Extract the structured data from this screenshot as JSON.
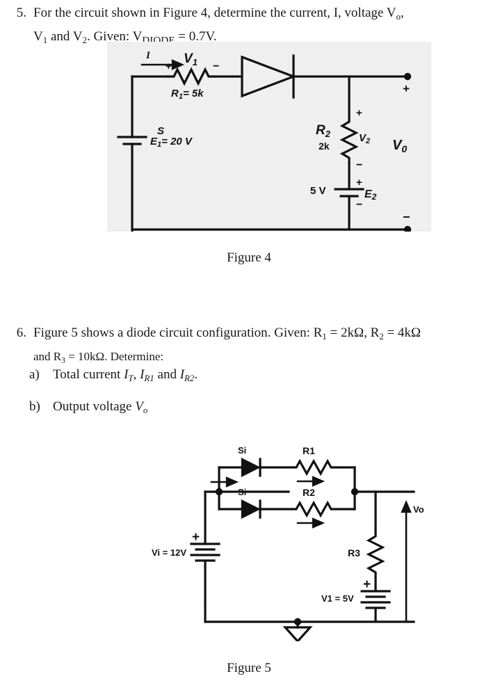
{
  "document": {
    "background_color": "#ffffff",
    "text_color": "#1a1a1a"
  },
  "question5": {
    "number": "5.",
    "line1_a": "For the circuit shown in Figure 4, determine the current, I, voltage V",
    "line1_sub": "o",
    "line1_tail": ",",
    "line2_a": "V",
    "line2_sub1": "1",
    "line2_b": " and V",
    "line2_sub2": "2",
    "line2_c": ". Given: V",
    "line2_sub3": "DIODE",
    "line2_d": " = 0.7V."
  },
  "figure4": {
    "caption": "Figure 4",
    "panel_bg": "#efefef",
    "labels": {
      "current": "I",
      "v1": "V",
      "v1_sub": "1",
      "plus_r1": "+",
      "minus_r1": "−",
      "r1_name": "R",
      "r1_sub": "1",
      "r1_value": "= 5k",
      "source_s": "S",
      "e1_name": "E",
      "e1_sub": "1",
      "e1_value": "= 20 V",
      "r2_name": "R",
      "r2_sub": "2",
      "r2_value": "2k",
      "v2": "V",
      "v2_sub": "2",
      "plus_r2": "+",
      "minus_r2": "−",
      "e2_value": "5 V",
      "e2_name": "E",
      "e2_sub": "2",
      "plus_e2": "+",
      "minus_e2": "−",
      "vo": "V",
      "vo_sub": "0",
      "out_plus": "+",
      "out_minus": "−"
    }
  },
  "question6": {
    "number": "6.",
    "line1_a": "Figure 5 shows a diode circuit configuration. Given: R",
    "line1_sub1": "1",
    "line1_b": " = 2kΩ, R",
    "line1_sub2": "2",
    "line1_c": " = 4kΩ",
    "line2_a": "and R",
    "line2_sub": "3",
    "line2_b": " = 10kΩ. Determine:",
    "items": [
      {
        "label": "a)",
        "text_a": "Total current ",
        "sym1": "I",
        "sub1": "T",
        "text_b": ", ",
        "sym2": "I",
        "sub2": "R1",
        "text_c": " and ",
        "sym3": "I",
        "sub3": "R2",
        "text_d": "."
      },
      {
        "label": "b)",
        "text_a": "Output voltage ",
        "sym1": "V",
        "sub1": "o",
        "text_b": ""
      }
    ]
  },
  "figure5": {
    "caption": "Figure 5",
    "labels": {
      "diode1": "Si",
      "diode2": "Si",
      "r1": "R1",
      "r2": "R2",
      "r3": "R3",
      "vi": "Vi = 12V",
      "vi_plus": "+",
      "v1": "V1 = 5V",
      "v1_plus": "+",
      "vo": "Vo"
    }
  }
}
